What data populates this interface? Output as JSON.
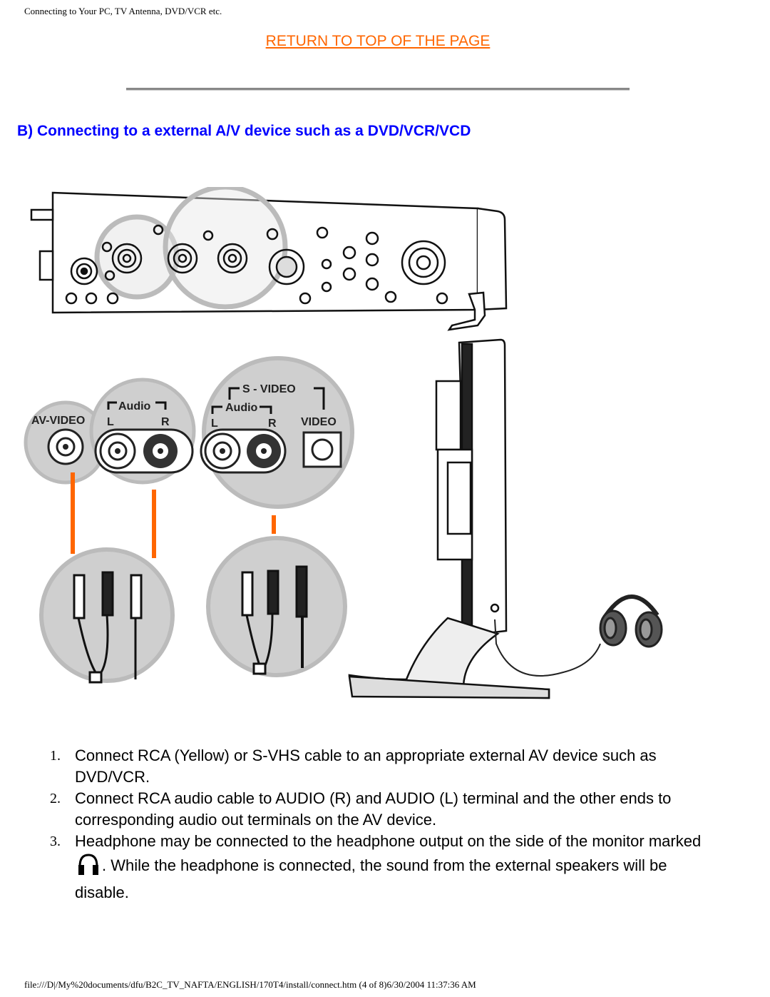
{
  "header": {
    "title": "Connecting to Your PC, TV Antenna, DVD/VCR etc."
  },
  "nav": {
    "return_top_label": "RETURN TO TOP OF THE PAGE"
  },
  "section": {
    "heading": "B) Connecting to a external A/V device such as a DVD/VCR/VCD"
  },
  "diagram": {
    "labels": {
      "av_video": "AV-VIDEO",
      "audio": "Audio",
      "left": "L",
      "right": "R",
      "s_video": "S - VIDEO",
      "video": "VIDEO"
    },
    "colors": {
      "cable_orange": "#ff6600",
      "panel_gray": "#cfcfcf"
    }
  },
  "instructions": {
    "items": [
      {
        "num": "1.",
        "text": "Connect RCA (Yellow) or S-VHS cable to an appropriate external AV device such as DVD/VCR."
      },
      {
        "num": "2.",
        "text": "Connect RCA audio cable to AUDIO (R) and AUDIO (L) terminal and the other ends to corresponding audio out terminals on the AV device."
      },
      {
        "num": "3.",
        "text_before": "Headphone may be connected to the headphone output on the side of the monitor marked",
        "text_after": ". While the headphone is connected, the sound from the external speakers will be disable."
      }
    ]
  },
  "footer": {
    "path": "file:///D|/My%20documents/dfu/B2C_TV_NAFTA/ENGLISH/170T4/install/connect.htm (4 of 8)6/30/2004 11:37:36 AM"
  }
}
